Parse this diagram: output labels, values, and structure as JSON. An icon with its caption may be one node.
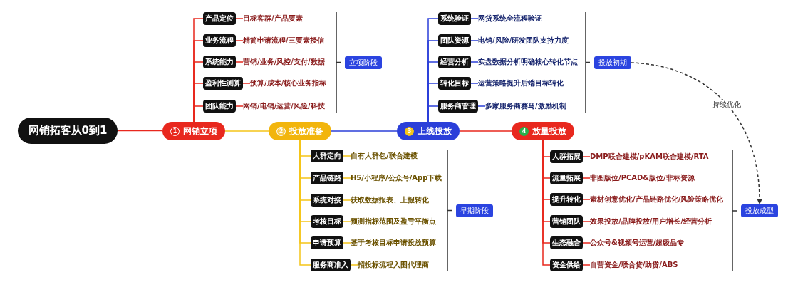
{
  "diagram": {
    "nodes": [
      {
        "text": [
          "网销拓客从0到1"
        ]
      },
      {
        "text": [
          "1",
          "网销立项"
        ]
      },
      {
        "text": [
          "产品定位"
        ]
      },
      {
        "text": [
          "目标客群/产品要素"
        ]
      },
      {
        "text": [
          "业务流程"
        ]
      },
      {
        "text": [
          "精简申请流程/三要素授信"
        ]
      },
      {
        "text": [
          "系统能力"
        ]
      },
      {
        "text": [
          "营销/业务/风控/支付/数据"
        ]
      },
      {
        "text": [
          "盈利性测算"
        ]
      },
      {
        "text": [
          "预算/成本/核心业务指标"
        ]
      },
      {
        "text": [
          "团队能力"
        ]
      },
      {
        "text": [
          "网销/电销/运营/风险/科技"
        ]
      },
      {
        "text": [
          "立项阶段"
        ]
      },
      {
        "text": [
          "2",
          "投放准备"
        ]
      },
      {
        "text": [
          "人群定向"
        ]
      },
      {
        "text": [
          "自有人群包/联合建模"
        ]
      },
      {
        "text": [
          "产品链路"
        ]
      },
      {
        "text": [
          "H5/小程序/公众号/App下载"
        ]
      },
      {
        "text": [
          "系统对接"
        ]
      },
      {
        "text": [
          "获取数据报表、上报转化"
        ]
      },
      {
        "text": [
          "考核目标"
        ]
      },
      {
        "text": [
          "预测指标范围及盈亏平衡点"
        ]
      },
      {
        "text": [
          "申请预算"
        ]
      },
      {
        "text": [
          "基于考核目标申请投放预算"
        ]
      },
      {
        "text": [
          "服务商准入"
        ]
      },
      {
        "text": [
          "招投标流程入围代理商"
        ]
      },
      {
        "text": [
          "早期阶段"
        ]
      },
      {
        "text": [
          "3",
          "上线投放"
        ]
      },
      {
        "text": [
          "系统验证"
        ]
      },
      {
        "text": [
          "网贷系统全流程验证"
        ]
      },
      {
        "text": [
          "团队资源"
        ]
      },
      {
        "text": [
          "电销/风险/研发团队支持力度"
        ]
      },
      {
        "text": [
          "经营分析"
        ]
      },
      {
        "text": [
          "实盘数据分析明确核心转化节点"
        ]
      },
      {
        "text": [
          "转化目标"
        ]
      },
      {
        "text": [
          "运营策略提升后端目标转化"
        ]
      },
      {
        "text": [
          "服务商管理"
        ]
      },
      {
        "text": [
          "多家服务商赛马/激励机制"
        ]
      },
      {
        "text": [
          "投放初期"
        ]
      },
      {
        "text": [
          "4",
          "放量投放"
        ]
      },
      {
        "text": [
          "人群拓展"
        ]
      },
      {
        "text": [
          "DMP联合建模/pKAM联合建模/RTA"
        ]
      },
      {
        "text": [
          "流量拓展"
        ]
      },
      {
        "text": [
          "非图版位/PCAD&版位/非标资源"
        ]
      },
      {
        "text": [
          "提升转化"
        ]
      },
      {
        "text": [
          "素材创意优化/产品链路优化/风险策略优化"
        ]
      },
      {
        "text": [
          "营销团队"
        ]
      },
      {
        "text": [
          "效果投放/品牌投放/用户增长/经营分析"
        ]
      },
      {
        "text": [
          "生态融合"
        ]
      },
      {
        "text": [
          "公众号&视频号运营/超级品专"
        ]
      },
      {
        "text": [
          "资金供给"
        ]
      },
      {
        "text": [
          "自营资金/联合贷/助贷/ABS"
        ]
      },
      {
        "text": [
          "投放成型"
        ]
      }
    ],
    "edges": [
      {
        "from": 0,
        "to": 1,
        "arrow": "none"
      },
      {
        "from": 1,
        "to": 13,
        "arrow": "none",
        "color": "#f5c518"
      },
      {
        "from": 13,
        "to": 27,
        "arrow": "none",
        "color": "#2b3fd9"
      },
      {
        "from": 27,
        "to": 39,
        "arrow": "none"
      },
      {
        "from": 1,
        "to": 2,
        "arrow": "none"
      },
      {
        "from": 2,
        "to": 3,
        "arrow": "none"
      },
      {
        "from": 1,
        "to": 4,
        "arrow": "none"
      },
      {
        "from": 4,
        "to": 5,
        "arrow": "none"
      },
      {
        "from": 1,
        "to": 6,
        "arrow": "none"
      },
      {
        "from": 6,
        "to": 7,
        "arrow": "none"
      },
      {
        "from": 1,
        "to": 8,
        "arrow": "none"
      },
      {
        "from": 8,
        "to": 9,
        "arrow": "none"
      },
      {
        "from": 1,
        "to": 10,
        "arrow": "none"
      },
      {
        "from": 10,
        "to": 11,
        "arrow": "none"
      },
      {
        "from": 13,
        "to": 14,
        "arrow": "none",
        "color": "#f5c518"
      },
      {
        "from": 14,
        "to": 15,
        "arrow": "none",
        "color": "#f5c518"
      },
      {
        "from": 13,
        "to": 16,
        "arrow": "none",
        "color": "#f5c518"
      },
      {
        "from": 16,
        "to": 17,
        "arrow": "none",
        "color": "#f5c518"
      },
      {
        "from": 13,
        "to": 18,
        "arrow": "none",
        "color": "#f5c518"
      },
      {
        "from": 18,
        "to": 19,
        "arrow": "none",
        "color": "#f5c518"
      },
      {
        "from": 13,
        "to": 20,
        "arrow": "none",
        "color": "#f5c518"
      },
      {
        "from": 20,
        "to": 21,
        "arrow": "none",
        "color": "#f5c518"
      },
      {
        "from": 13,
        "to": 22,
        "arrow": "none",
        "color": "#f5c518"
      },
      {
        "from": 22,
        "to": 23,
        "arrow": "none",
        "color": "#f5c518"
      },
      {
        "from": 13,
        "to": 24,
        "arrow": "none",
        "color": "#f5c518"
      },
      {
        "from": 24,
        "to": 25,
        "arrow": "none",
        "color": "#f5c518"
      },
      {
        "from": 27,
        "to": 28,
        "arrow": "none",
        "color": "#2b3fd9"
      },
      {
        "from": 28,
        "to": 29,
        "arrow": "none",
        "color": "#2b3fd9"
      },
      {
        "from": 27,
        "to": 30,
        "arrow": "none",
        "color": "#2b3fd9"
      },
      {
        "from": 30,
        "to": 31,
        "arrow": "none",
        "color": "#2b3fd9"
      },
      {
        "from": 27,
        "to": 32,
        "arrow": "none",
        "color": "#2b3fd9"
      },
      {
        "from": 32,
        "to": 33,
        "arrow": "none",
        "color": "#2b3fd9"
      },
      {
        "from": 27,
        "to": 34,
        "arrow": "none",
        "color": "#2b3fd9"
      },
      {
        "from": 34,
        "to": 35,
        "arrow": "none",
        "color": "#2b3fd9"
      },
      {
        "from": 27,
        "to": 36,
        "arrow": "none",
        "color": "#2b3fd9"
      },
      {
        "from": 36,
        "to": 37,
        "arrow": "none",
        "color": "#2b3fd9"
      },
      {
        "from": 39,
        "to": 40,
        "arrow": "none"
      },
      {
        "from": 40,
        "to": 41,
        "arrow": "none"
      },
      {
        "from": 39,
        "to": 42,
        "arrow": "none"
      },
      {
        "from": 42,
        "to": 43,
        "arrow": "none"
      },
      {
        "from": 39,
        "to": 44,
        "arrow": "none"
      },
      {
        "from": 44,
        "to": 45,
        "arrow": "none"
      },
      {
        "from": 39,
        "to": 46,
        "arrow": "none"
      },
      {
        "from": 46,
        "to": 47,
        "arrow": "none"
      },
      {
        "from": 39,
        "to": 48,
        "arrow": "none"
      },
      {
        "from": 48,
        "to": 49,
        "arrow": "none"
      },
      {
        "from": 39,
        "to": 50,
        "arrow": "none"
      },
      {
        "from": 50,
        "to": 51,
        "arrow": "none"
      },
      {
        "from": 38,
        "to": 52,
        "arrow": "to",
        "label": "持续优化",
        "style": "dashed",
        "color": "#333333"
      }
    ]
  }
}
